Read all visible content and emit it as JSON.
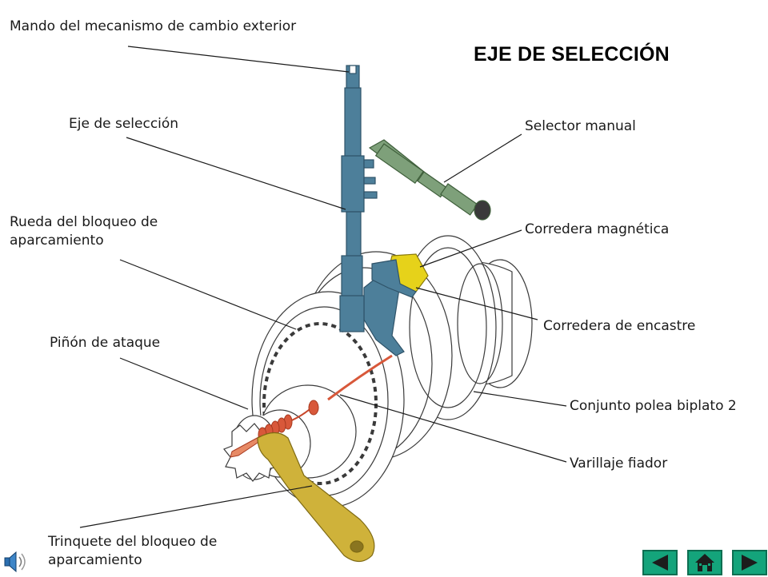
{
  "title": "EJE DE SELECCIÓN",
  "labels": {
    "mando": "Mando del mecanismo de cambio exterior",
    "eje": "Eje de selección",
    "rueda_1": "Rueda del bloqueo de",
    "rueda_2": "aparcamiento",
    "pinon": "Piñón de ataque",
    "trinquete_1": "Trinquete del bloqueo de",
    "trinquete_2": "aparcamiento",
    "selector": "Selector manual",
    "corredera_mag": "Corredera magnética",
    "corredera_enc": "Corredera de encastre",
    "conjunto": "Conjunto polea biplato 2",
    "varillaje": "Varillaje fiador"
  },
  "nav": {
    "prev_icon": "triangle-left-icon",
    "home_icon": "home-icon",
    "next_icon": "triangle-right-icon",
    "button_color": "#14a47b"
  },
  "speaker_icon": "speaker-icon",
  "colors": {
    "shaft": "#4d7f9a",
    "selector": "#7ea07a",
    "magnet_slide": "#e6d21a",
    "lever": "#c8a82a",
    "spring": "#d8583a"
  }
}
